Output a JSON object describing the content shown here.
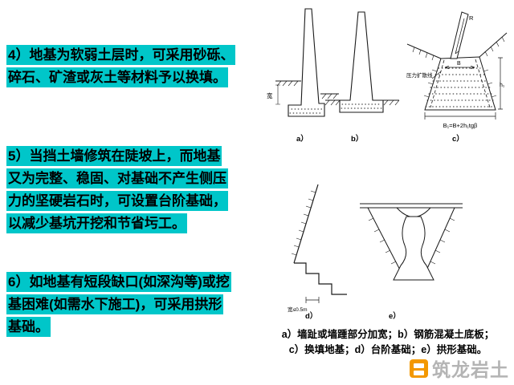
{
  "colors": {
    "highlight": "#00c6c9",
    "logo_orange": "#f39800",
    "watermark_gray": "#b4b4b4"
  },
  "paragraphs": {
    "p4": {
      "lines": [
        "4）地基为软弱土层时，可采用砂砾、",
        "碎石、矿渣或灰土等材料予以换填。"
      ]
    },
    "p5": {
      "lines": [
        "5）当挡土墙修筑在陡坡上，而地基",
        "又为完整、稳固、对基础不产生侧压",
        "力的坚硬岩石时，可设置台阶基础，",
        "以减少基坑开挖和节省圬工。"
      ]
    },
    "p6": {
      "lines": [
        "6）如地基有短段缺口(如深沟等)或挖",
        "基困难(如需水下施工)，可采用拱形",
        "基础。"
      ]
    }
  },
  "figures": {
    "a": {
      "label": "a）",
      "dim": "宽"
    },
    "b": {
      "label": "b）"
    },
    "c": {
      "label": "c）",
      "force": "R",
      "pressure_line": "压力扩散线",
      "dim_b": "B",
      "dim_h": "h₁",
      "formula": "B₁=B+2h₁tgβ"
    },
    "d": {
      "label": "d）",
      "dim": "宽≤0.5m"
    },
    "e": {
      "label": "e）"
    },
    "caption": [
      "a）墙趾或墙踵部分加宽；b）钢筋混凝土底板；",
      "c）换填地基；d）台阶基础；e）拱形基础。"
    ]
  },
  "watermark": {
    "text": "筑龙岩土"
  }
}
